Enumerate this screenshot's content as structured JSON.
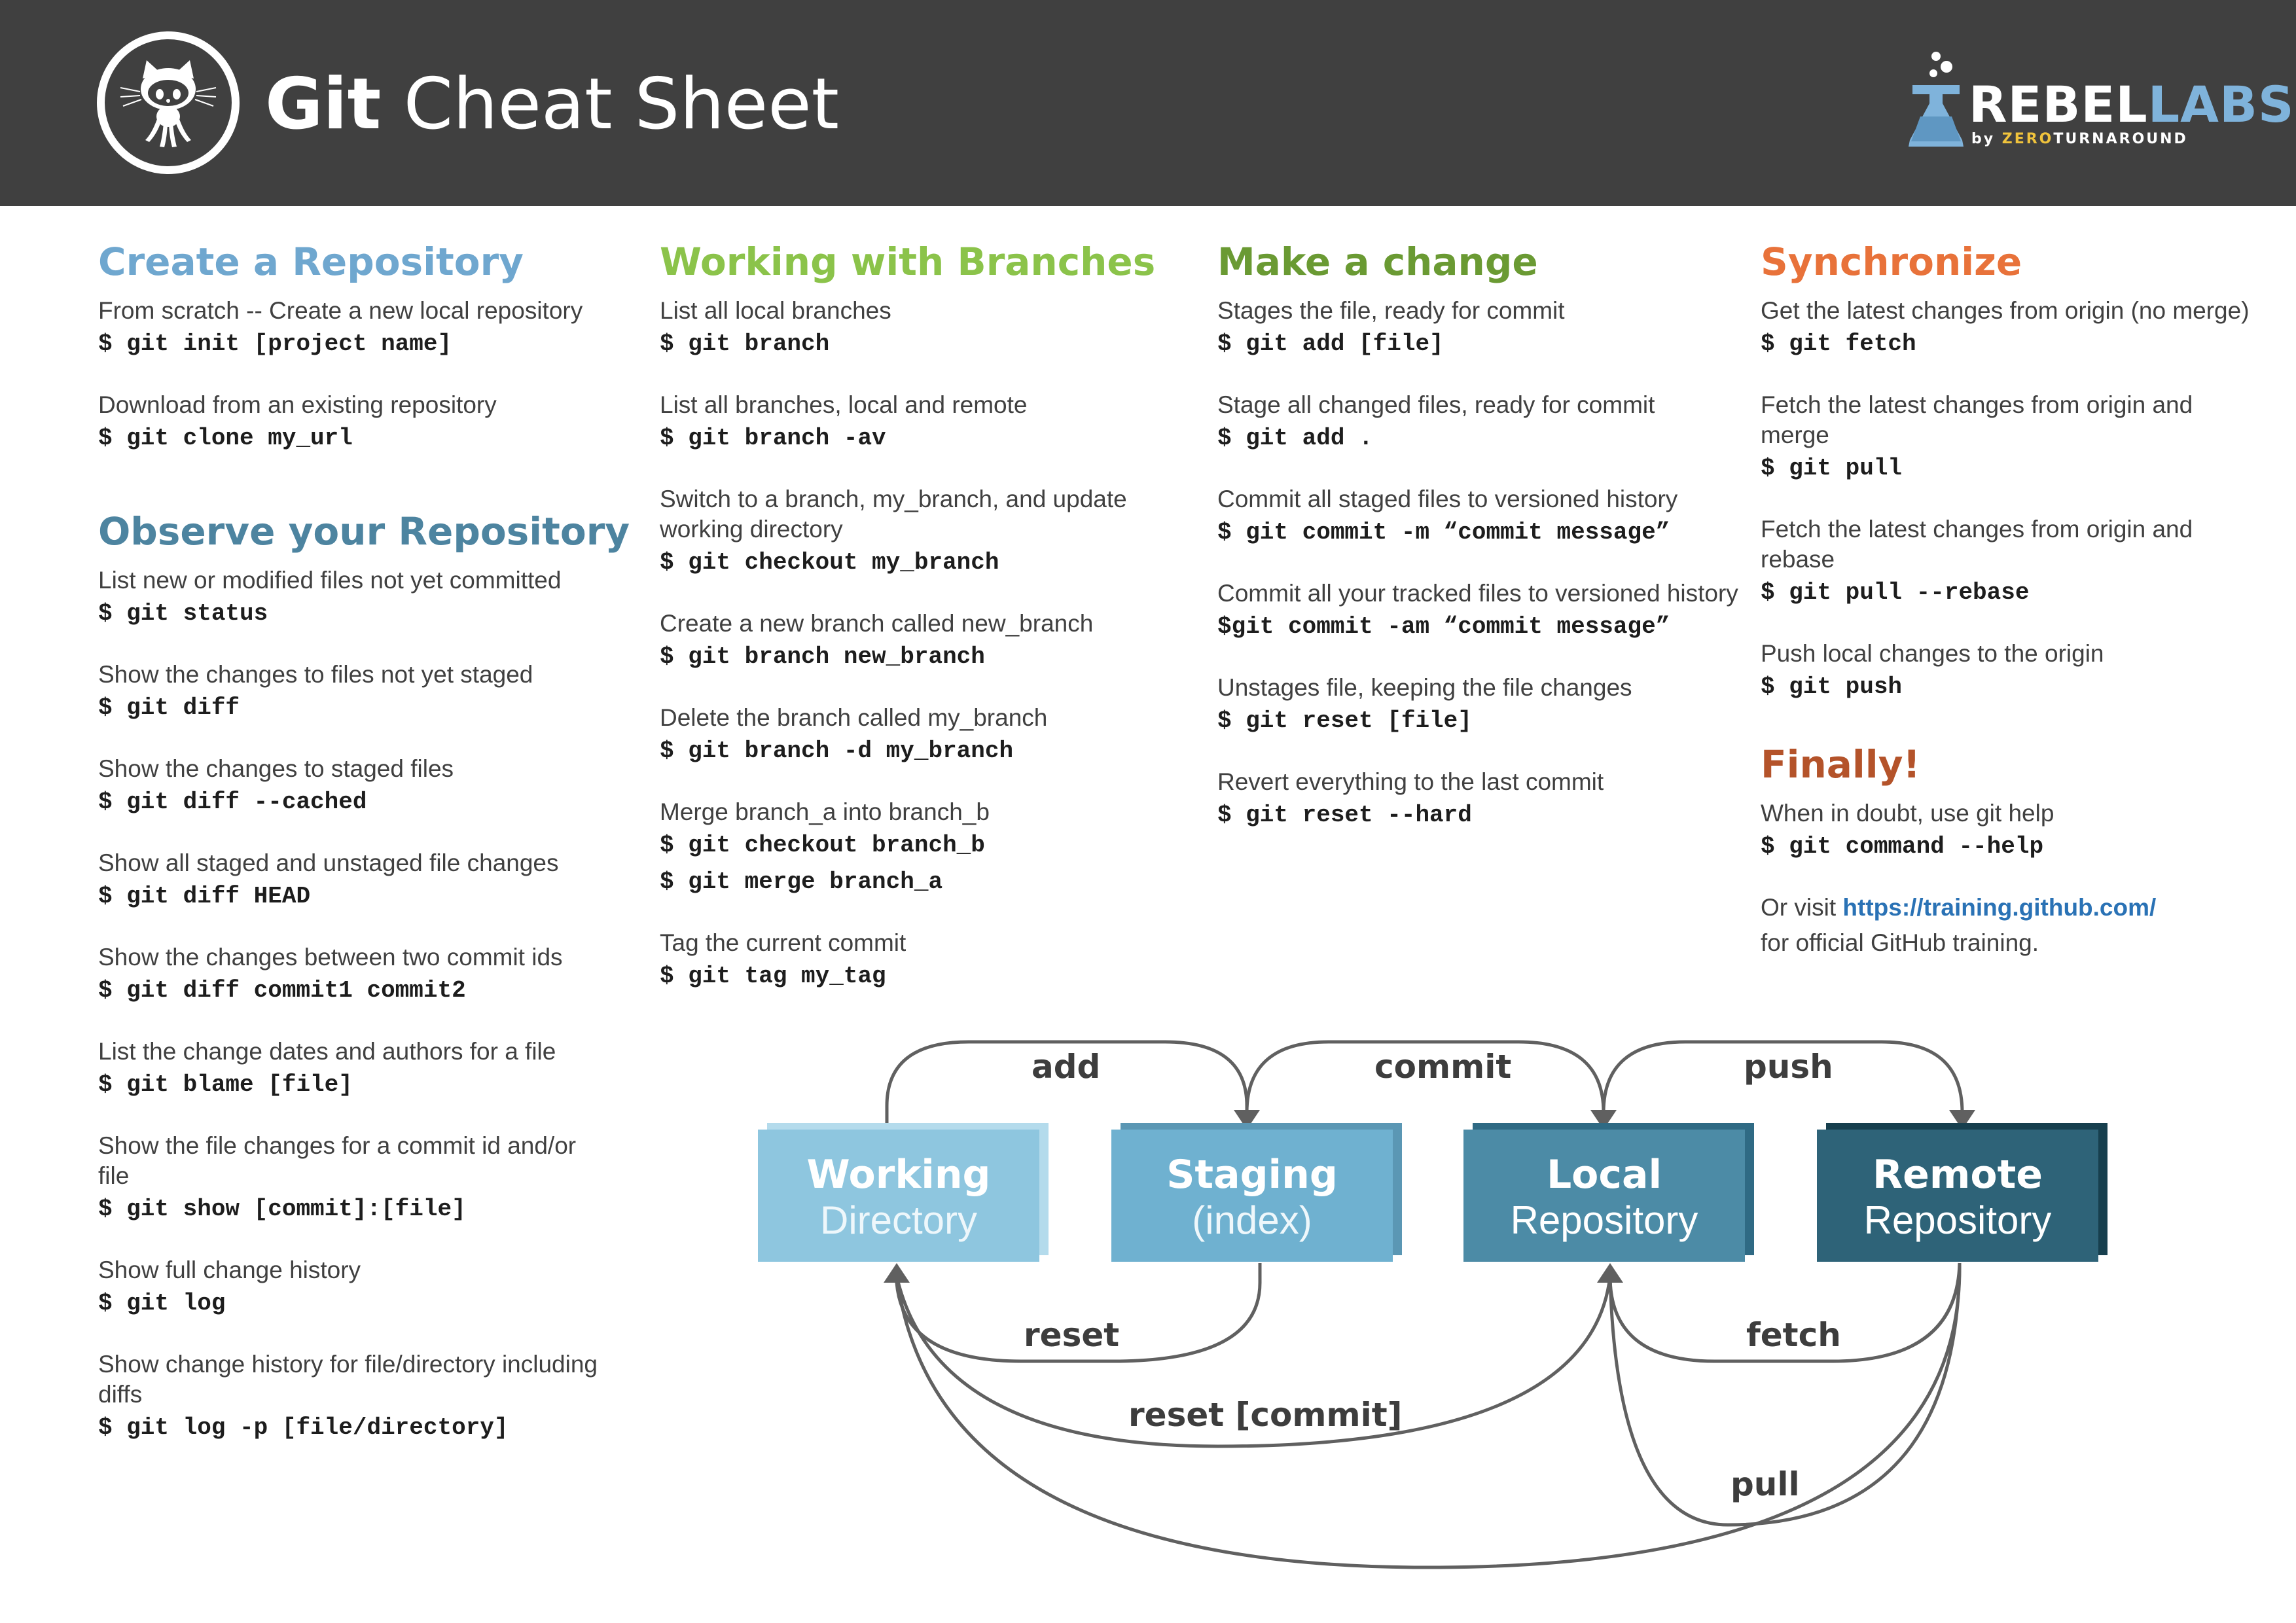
{
  "header": {
    "title_bold": "Git",
    "title_rest": " Cheat Sheet",
    "github_logo": "octocat-icon",
    "brand": {
      "part1": "REBEL",
      "part2": "LABS",
      "by": "by ",
      "zero": "ZERO",
      "turnaround": "TURNAROUND"
    },
    "colors": {
      "bar": "#404040",
      "accent": "#7fb3db"
    }
  },
  "create": {
    "title": "Create a Repository",
    "items": [
      {
        "desc": "From scratch -- Create a new local repository",
        "cmds": [
          "$ git init [project name]"
        ]
      },
      {
        "desc": "Download from an existing repository",
        "cmds": [
          "$ git clone my_url"
        ]
      }
    ]
  },
  "observe": {
    "title": "Observe your Repository",
    "items": [
      {
        "desc": "List new or modified files not yet committed",
        "cmds": [
          "$ git status"
        ]
      },
      {
        "desc": "Show the changes to files not yet staged",
        "cmds": [
          "$ git diff"
        ]
      },
      {
        "desc": "Show the changes to staged files",
        "cmds": [
          "$ git diff --cached"
        ]
      },
      {
        "desc": "Show all staged and unstaged file changes",
        "cmds": [
          "$ git diff HEAD"
        ]
      },
      {
        "desc": "Show the changes between two commit ids",
        "cmds": [
          "$ git diff commit1 commit2"
        ]
      },
      {
        "desc": "List the change dates and authors for a file",
        "cmds": [
          "$ git blame [file]"
        ]
      },
      {
        "desc": "Show the file changes for a commit id and/or file",
        "cmds": [
          "$ git show [commit]:[file]"
        ]
      },
      {
        "desc": "Show full change history",
        "cmds": [
          "$ git log"
        ]
      },
      {
        "desc": "Show change history for file/directory including diffs",
        "cmds": [
          "$ git log -p [file/directory]"
        ]
      }
    ]
  },
  "branches": {
    "title": "Working with Branches",
    "items": [
      {
        "desc": "List all local branches",
        "cmds": [
          "$ git branch"
        ]
      },
      {
        "desc": "List all branches, local and remote",
        "cmds": [
          "$ git branch -av"
        ]
      },
      {
        "desc": "Switch to a branch, my_branch, and update working directory",
        "cmds": [
          "$ git checkout my_branch"
        ]
      },
      {
        "desc": "Create a new branch called new_branch",
        "cmds": [
          "$ git branch new_branch"
        ]
      },
      {
        "desc": "Delete the branch called my_branch",
        "cmds": [
          "$ git branch -d my_branch"
        ]
      },
      {
        "desc": "Merge branch_a into branch_b",
        "cmds": [
          "$ git checkout branch_b",
          "$ git merge branch_a"
        ]
      },
      {
        "desc": "Tag the current commit",
        "cmds": [
          "$ git tag my_tag"
        ]
      }
    ]
  },
  "change": {
    "title": "Make a change",
    "items": [
      {
        "desc": "Stages the file, ready for commit",
        "cmds": [
          "$ git add [file]"
        ]
      },
      {
        "desc": "Stage all changed files, ready for commit",
        "cmds": [
          "$ git add ."
        ]
      },
      {
        "desc": "Commit all staged files to versioned history",
        "cmds": [
          "$ git commit -m “commit message”"
        ]
      },
      {
        "desc": "Commit all your tracked files to versioned history",
        "cmds": [
          "$git commit -am “commit message”"
        ]
      },
      {
        "desc": "Unstages file, keeping the file changes",
        "cmds": [
          "$ git reset [file]"
        ]
      },
      {
        "desc": "Revert everything to the last commit",
        "cmds": [
          "$ git reset --hard"
        ]
      }
    ]
  },
  "sync": {
    "title": "Synchronize",
    "items": [
      {
        "desc": "Get the latest changes from origin (no merge)",
        "cmds": [
          "$ git fetch"
        ]
      },
      {
        "desc": "Fetch the latest changes from origin and merge",
        "cmds": [
          "$ git pull"
        ]
      },
      {
        "desc": "Fetch the latest changes from origin and rebase",
        "cmds": [
          "$ git pull --rebase"
        ]
      },
      {
        "desc": "Push local changes to the origin",
        "cmds": [
          "$ git push"
        ]
      }
    ]
  },
  "finally": {
    "title": "Finally!",
    "help_desc": "When in doubt, use git help",
    "help_cmd": "$ git command --help",
    "visit_prefix": "Or visit ",
    "visit_link": "https://training.github.com/",
    "visit_suffix": "for official GitHub training."
  },
  "diagram": {
    "boxes": [
      {
        "line1": "Working",
        "line2": "Directory",
        "color": "#8ec6df"
      },
      {
        "line1": "Staging",
        "line2": "(index)",
        "color": "#6fb1d0"
      },
      {
        "line1": "Local",
        "line2": "Repository",
        "color": "#4c8ba6"
      },
      {
        "line1": "Remote",
        "line2": "Repository",
        "color": "#2e6378"
      }
    ],
    "labels": {
      "add": "add",
      "commit": "commit",
      "push": "push",
      "reset": "reset",
      "reset_commit": "reset [commit]",
      "fetch": "fetch",
      "pull": "pull"
    }
  }
}
